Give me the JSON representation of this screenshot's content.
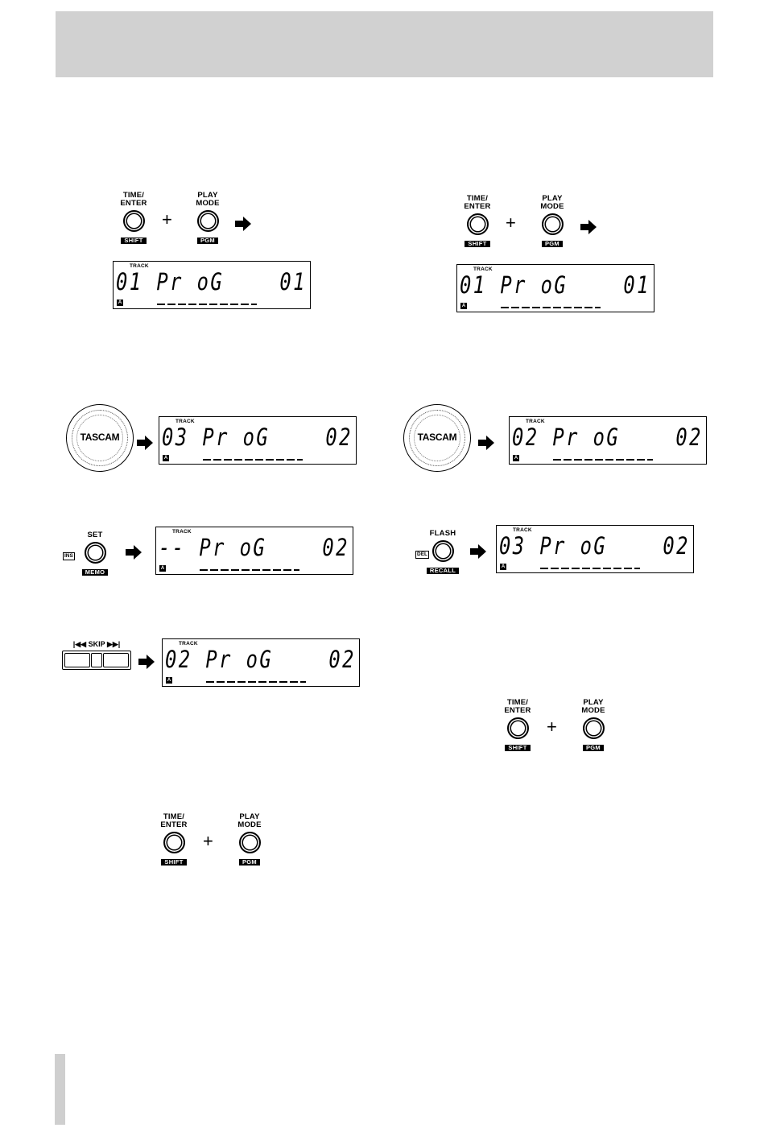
{
  "labels": {
    "time_enter": "TIME/\nENTER",
    "play_mode": "PLAY\nMODE",
    "shift": "SHIFT",
    "pgm": "PGM",
    "plus": "+",
    "track": "TRACK",
    "a": "A",
    "tascam": "TASCAM",
    "set": "SET",
    "ins": "INS",
    "memo": "MEMO",
    "flash": "FLASH",
    "del": "DEL",
    "recall": "RECALL",
    "skip": "SKIP"
  },
  "lcds": {
    "left1": {
      "main": "01 Pr oG",
      "num": "01"
    },
    "right1": {
      "main": "01 Pr oG",
      "num": "01"
    },
    "left2": {
      "main": "03 Pr oG",
      "num": "02"
    },
    "right2": {
      "main": "02 Pr oG",
      "num": "02"
    },
    "left3": {
      "main": "-- Pr oG",
      "num": "02"
    },
    "right3": {
      "main": "03 Pr oG",
      "num": "02"
    },
    "left4": {
      "main": "02 Pr oG",
      "num": "02"
    }
  }
}
